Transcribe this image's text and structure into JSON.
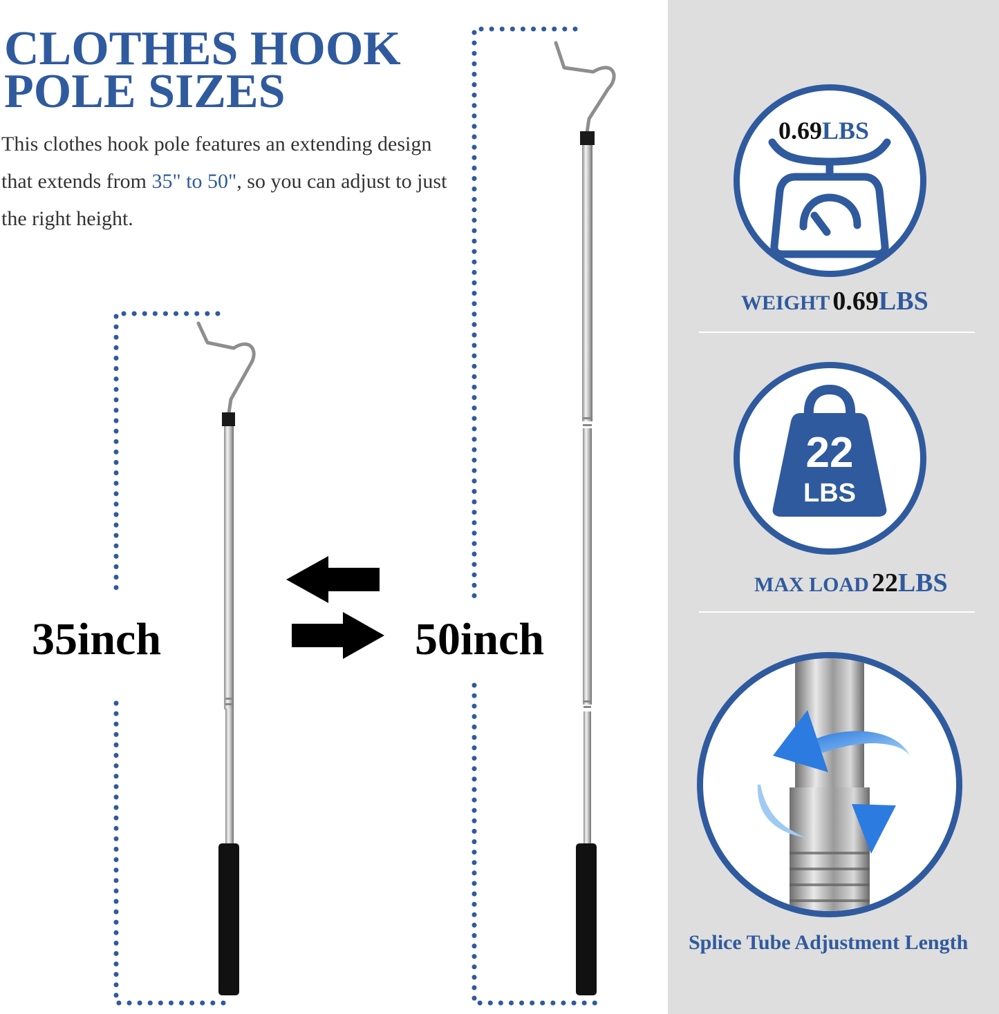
{
  "title": {
    "line1": "CLOTHES HOOK",
    "line2": "POLE SIZES"
  },
  "description": {
    "part1": "This clothes hook pole features an extending design that extends from ",
    "highlight": "35\" to 50\"",
    "part2": ", so you can adjust to just the right height."
  },
  "sizes": {
    "short": "35inch",
    "long": "50inch"
  },
  "features": {
    "weight": {
      "icon_value": "0.69",
      "icon_unit": "LBS",
      "label": "WEIGHT",
      "value": "0.69",
      "unit": "LBS",
      "icon": "scale-icon"
    },
    "max_load": {
      "icon_number": "22",
      "icon_unit": "LBS",
      "label": "MAX LOAD",
      "value": "22",
      "unit": "LBS",
      "icon": "kettlebell-weight-icon"
    },
    "splice": {
      "label": "Splice Tube Adjustment Length",
      "icon": "rotate-arrows-icon"
    }
  },
  "colors": {
    "brand_blue": "#2f5a9e",
    "panel_gray": "#dedede",
    "handle_black": "#111111"
  }
}
